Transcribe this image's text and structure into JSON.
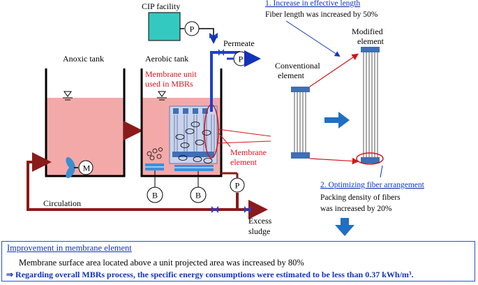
{
  "labels": {
    "cip_facility": "CIP facility",
    "permeate": "Permeate",
    "anoxic_tank": "Anoxic tank",
    "aerobic_tank": "Aerobic tank",
    "membrane_unit_line1": "Membrane unit",
    "membrane_unit_line2": "used in MBRs",
    "membrane_element_line1": "Membrane",
    "membrane_element_line2": "element",
    "circulation": "Circulation",
    "excess_sludge_line1": "Excess",
    "excess_sludge_line2": "sludge",
    "conventional_line1": "Conventional",
    "conventional_line2": "element",
    "modified_line1": "Modified",
    "modified_line2": "element",
    "pump_p": "P",
    "blower_b": "B",
    "mixer_m": "M"
  },
  "improvements": {
    "length_title": "1. Increase in effective length",
    "length_detail": "Fiber length was increased by 50%",
    "arrangement_title": "2. Optimizing fiber arrangement",
    "arrangement_detail_line1": "Packing density of fibers",
    "arrangement_detail_line2": "was increased by 20%"
  },
  "summary": {
    "title": "Improvement in membrane element",
    "line1": "Membrane surface area located above a unit projected area was increased by 80%",
    "line2": "⇒ Regarding overall MBRs process, the specific energy consumptions were estimated to be less than 0.37 kWh/m³."
  },
  "colors": {
    "tank_fill": "#f4a9a9",
    "pipe_red": "#8b1a1a",
    "pipe_blue": "#1f3fd0",
    "cip_fill": "#33c9c0",
    "element_blue": "#3f6fb5",
    "callout_red": "#d6141b",
    "callout_blue": "#1233b8"
  }
}
